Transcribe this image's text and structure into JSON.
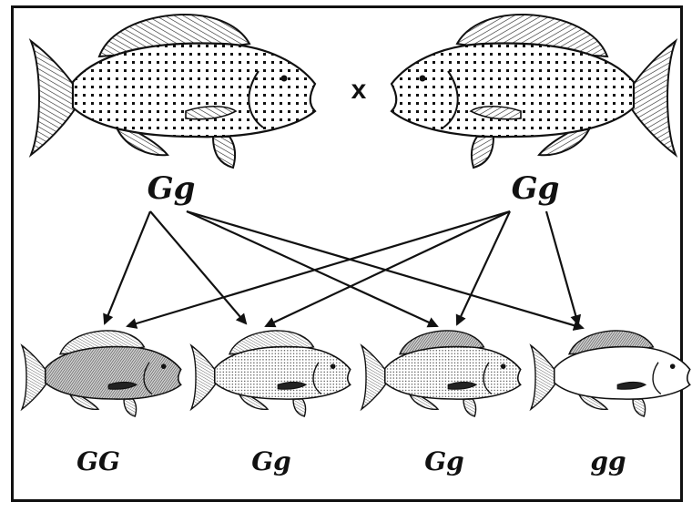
{
  "cross_symbol": "x",
  "parents": [
    {
      "genotype": "Gg"
    },
    {
      "genotype": "Gg"
    }
  ],
  "offspring": [
    {
      "genotype": "GG",
      "pattern": "dark-hatched"
    },
    {
      "genotype": "Gg",
      "pattern": "dotted"
    },
    {
      "genotype": "Gg",
      "pattern": "dotted"
    },
    {
      "genotype": "gg",
      "pattern": "plain-white"
    }
  ],
  "colors": {
    "ink": "#111111",
    "background": "#ffffff"
  }
}
